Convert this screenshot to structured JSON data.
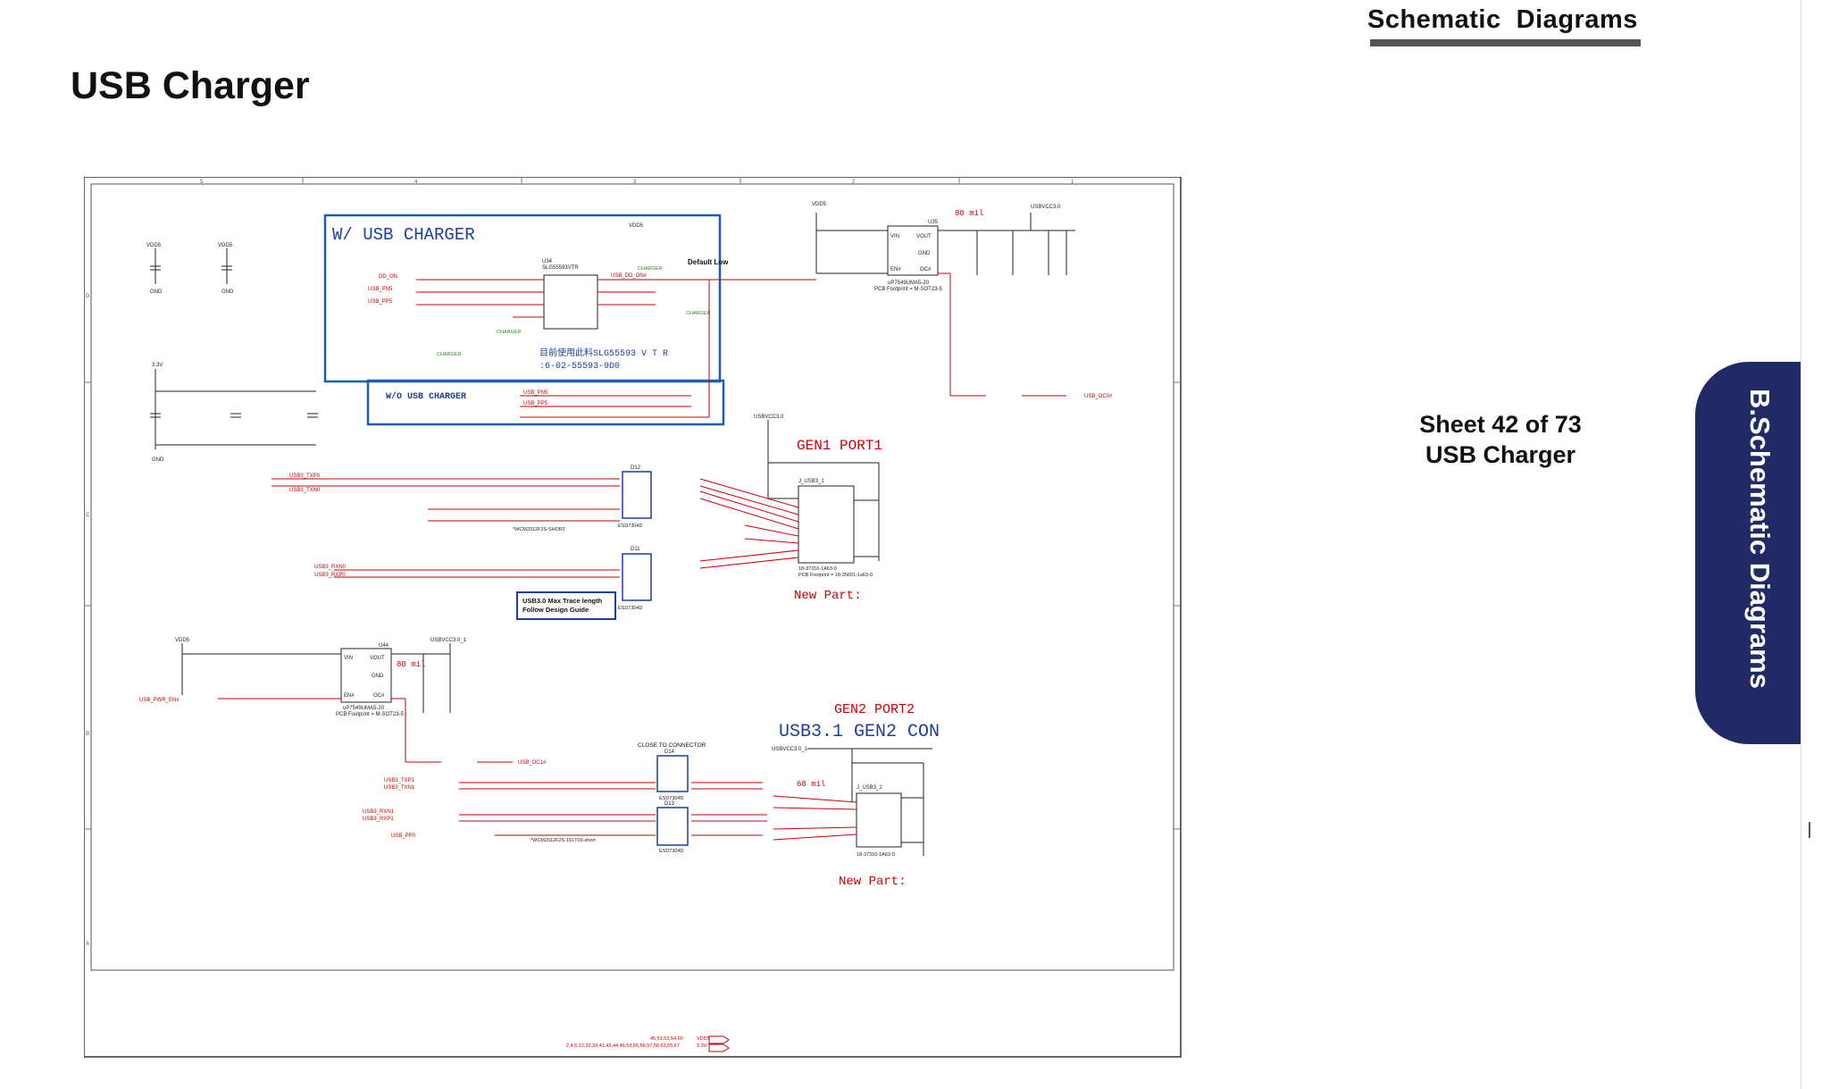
{
  "header": {
    "section_title": "Schematic  Diagrams"
  },
  "page_title": "USB Charger",
  "side_tab": {
    "label": "B.Schematic Diagrams"
  },
  "sheet": {
    "line1": "Sheet 42 of 73",
    "line2": "USB Charger"
  },
  "schematic": {
    "col_numbers": [
      "5",
      "4",
      "3",
      "2",
      "1"
    ],
    "row_letters": [
      "D",
      "C",
      "B",
      "A"
    ],
    "charger_box": {
      "title": "W/  USB  CHARGER",
      "default_low": "Default Low",
      "chip_ref": "U34",
      "chip_part": "SLG55593VTR",
      "note_cn": "目前使用此料SLG55593 V T R",
      "note_pn": ":6-02-55593-9D0"
    },
    "wo_box": {
      "title": "W/O  USB  CHARGER"
    },
    "gen1": {
      "title": "GEN1  PORT1",
      "new_part": "New Part:"
    },
    "gen2": {
      "title1": "GEN2  PORT2",
      "title2": "USB3.1  GEN2  CON",
      "new_part": "New Part:"
    },
    "close_to_connector": "CLOSE TO CONNECTOR",
    "trace_note": [
      "USB3.0 Max Trace length",
      "Follow Design Guide"
    ],
    "mil_80": "80 mil",
    "mil_60": "60 mil",
    "labels": {
      "vdd5": "VDD5",
      "gnd": "GND",
      "v33": "3.3V",
      "usbvcc": "USBVCC3.0",
      "usbvcc_1": "USBVCC3.0_1",
      "u35": "U35",
      "u44": "U44",
      "vin": "VIN",
      "vout": "VOUT",
      "en": "EN#",
      "oc": "OC#",
      "up7549": "uP7549UMA5-20",
      "pcb_fp": "PCB Footprint = M-SOT23-5",
      "dd_on": "DD_ON",
      "usb_pn5": "USB_PN5",
      "usb_pp5": "USB_PP5",
      "usb_dd_on": "USB_DD_ON#",
      "usb_oc0": "USB_OC0#",
      "usb_oc1": "USB_OC1#",
      "usb_pwr_en": "USB_PWR_EN#",
      "j_usb3_1": "J_USB3_1",
      "j_usb3_2": "J_USB3_2",
      "esd": "ESD7304D",
      "wcm": "*WCM2012F2S-SHORT",
      "wcm2": "*WCM2012F2S-161T03-short",
      "d11": "D11",
      "d12": "D12",
      "d13": "D13",
      "d14": "D14",
      "conn_fp": "PCB Footprint = 18-35691-1a63-0",
      "conn_part": "18-37310-1A63-0",
      "bottom_pins": "45,51,53,54,60",
      "bottom_pins2": "2,4,5,12,32,33,41,43,44,46,53,55,56,57,58,63,65,67",
      "usb3_rxn0": "USB3_RXN0",
      "usb3_rxp0": "USB3_RXP0",
      "usb3_txp0": "USB3_TXP0",
      "usb3_txn0": "USB3_TXN0",
      "usb3_txp1": "USB3_TXP1",
      "usb3_txn1": "USB3_TXN1",
      "usb3_rxn1": "USB3_RXN1",
      "usb3_rxp1": "USB3_RXP1",
      "usb_pp0": "USB_PP0",
      "charger": "CHARGER"
    }
  }
}
